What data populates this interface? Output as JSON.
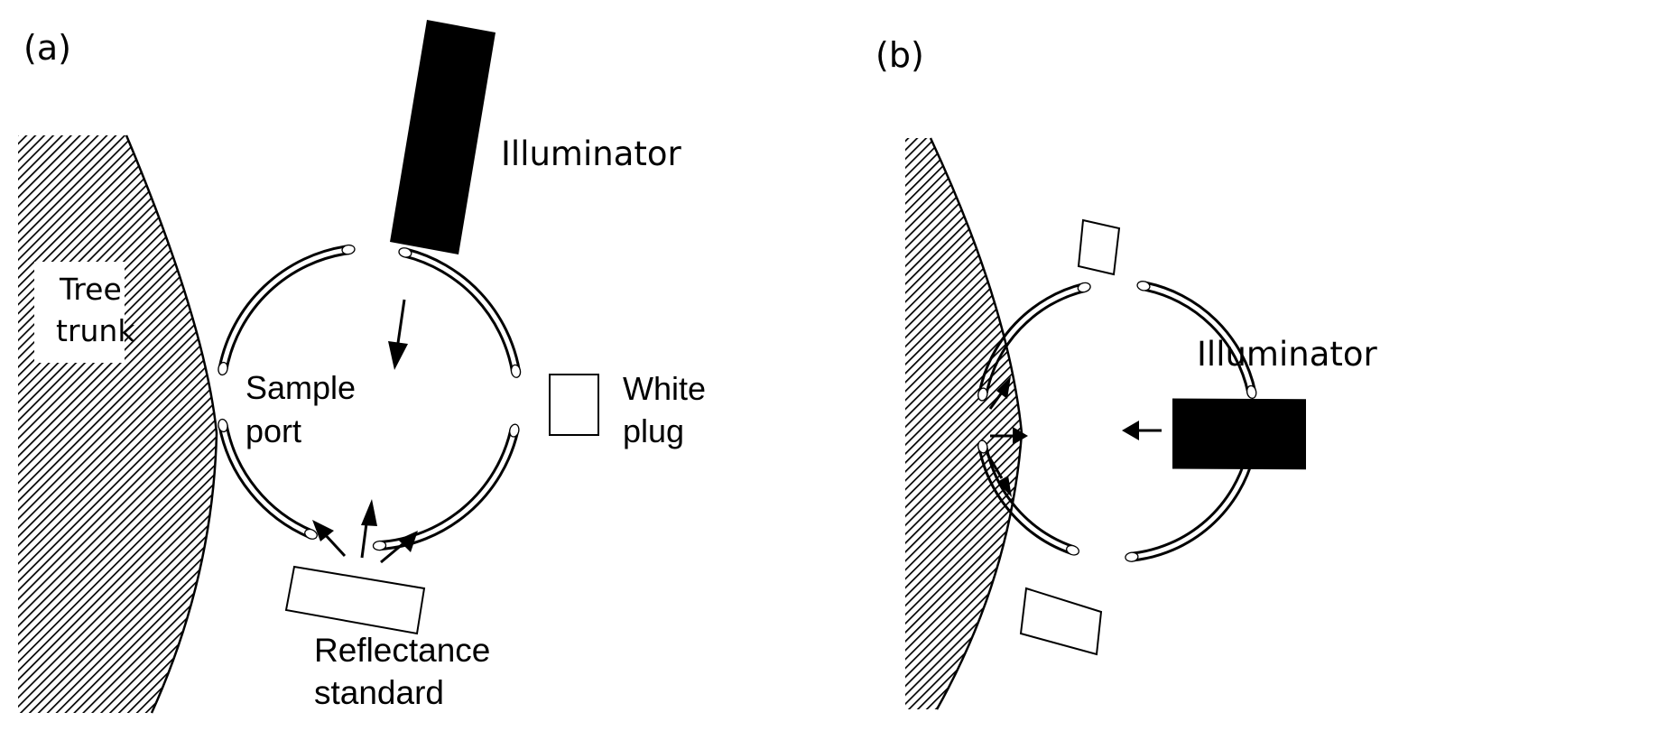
{
  "figure": {
    "panels": [
      {
        "id": "a",
        "label": "(a)",
        "tree_label_line1": "Tree",
        "tree_label_line2": "trunk",
        "illuminator_label": "Illuminator",
        "sample_port_line1": "Sample",
        "sample_port_line2": "port",
        "white_plug_line1": "White",
        "white_plug_line2": "plug",
        "reflectance_line1": "Reflectance",
        "reflectance_line2": "standard",
        "illuminator_position": "top",
        "light_direction": "illuminator onto reflectance standard, reflected back into sphere"
      },
      {
        "id": "b",
        "label": "(b)",
        "illuminator_label": "Illuminator",
        "illuminator_position": "right",
        "light_direction": "illuminator onto sample port (tree trunk), reflected back into sphere"
      }
    ],
    "colors": {
      "ink": "#000000",
      "paper": "#ffffff"
    }
  }
}
